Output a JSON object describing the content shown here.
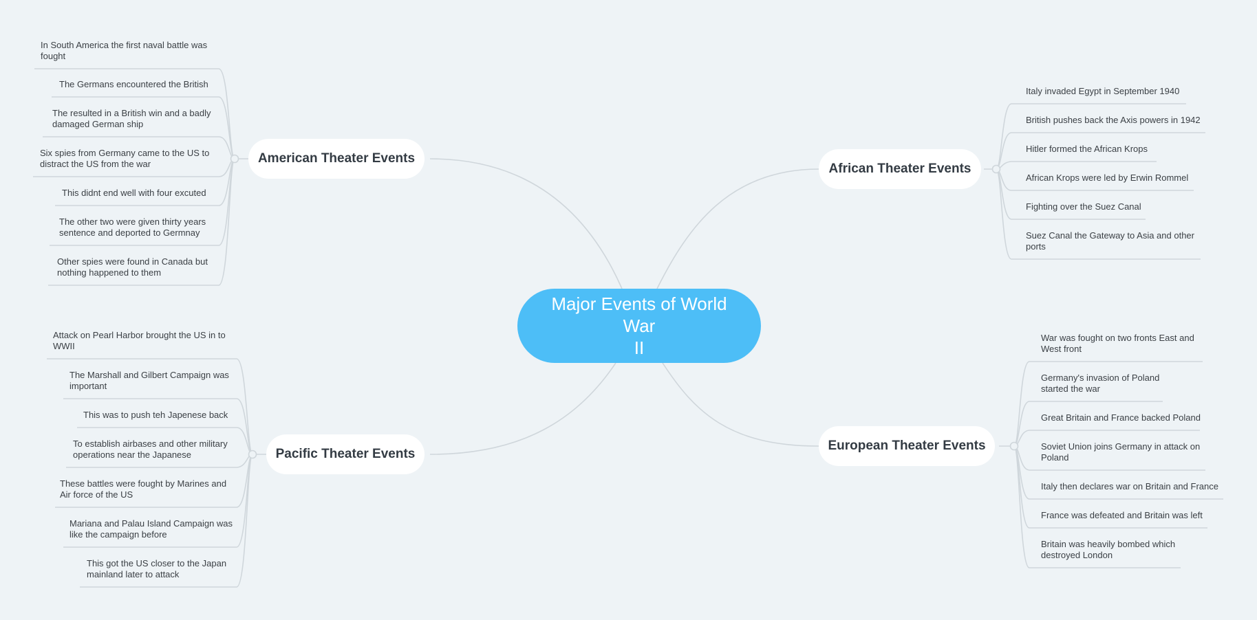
{
  "root": {
    "line1": "Major Events of World War",
    "line2": "II"
  },
  "branches": {
    "american": {
      "title": "American Theater Events",
      "leaves": [
        [
          "In South America the first naval battle was",
          "fought"
        ],
        [
          "The Germans encountered the British"
        ],
        [
          "The resulted in a British win and a badly",
          "damaged German ship"
        ],
        [
          "Six spies from Germany came to the US to",
          "distract the US from the war"
        ],
        [
          "This didnt end well with four excuted"
        ],
        [
          "The other two were given thirty years",
          "sentence and deported to Germnay"
        ],
        [
          "Other spies were found in Canada but",
          "nothing happened to them"
        ]
      ]
    },
    "pacific": {
      "title": "Pacific Theater Events",
      "leaves": [
        [
          "Attack on Pearl Harbor brought the US in to",
          "WWII"
        ],
        [
          "The Marshall and Gilbert Campaign was",
          "important"
        ],
        [
          "This was to push teh Japenese back"
        ],
        [
          "To establish airbases and other military",
          "operations near the Japanese"
        ],
        [
          "These battles were fought by Marines and",
          "Air force of the US"
        ],
        [
          "Mariana and Palau Island Campaign was",
          "like the campaign before"
        ],
        [
          "This got the US closer to the Japan",
          "mainland later to attack"
        ]
      ]
    },
    "african": {
      "title": "African Theater Events",
      "leaves": [
        [
          "Italy invaded Egypt in September 1940"
        ],
        [
          "British pushes back the Axis powers in 1942"
        ],
        [
          "Hitler formed the African Krops"
        ],
        [
          "African Krops were led by Erwin Rommel"
        ],
        [
          "Fighting over the Suez Canal"
        ],
        [
          "Suez Canal the Gateway to Asia and other",
          "ports"
        ]
      ]
    },
    "european": {
      "title": "European Theater Events",
      "leaves": [
        [
          "War was fought on two fronts East and",
          "West front"
        ],
        [
          "Germany's invasion of Poland",
          "started the war"
        ],
        [
          "Great Britain and France backed Poland"
        ],
        [
          "Soviet Union joins Germany in attack on",
          "Poland"
        ],
        [
          "Italy then declares war on Britain and France"
        ],
        [
          "France was defeated and Britain was left"
        ],
        [
          "Britain was heavily bombed which",
          "destroyed London"
        ]
      ]
    }
  },
  "colors": {
    "root": "#4dbef7",
    "line": "#cfd6db",
    "background": "#eef3f6"
  }
}
